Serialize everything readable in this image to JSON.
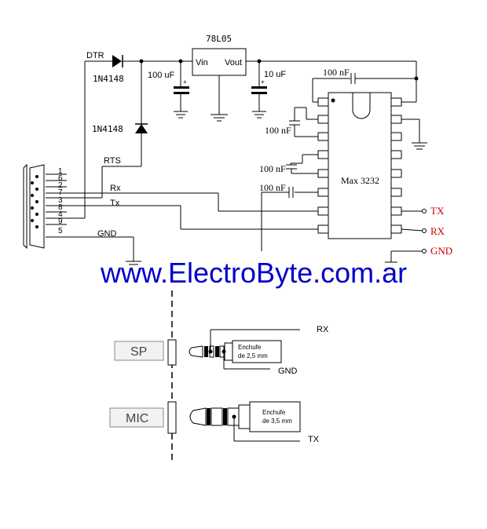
{
  "regulator": {
    "name": "78L05",
    "vin": "Vin",
    "vout": "Vout"
  },
  "diodes": {
    "d1": "1N4148",
    "d2": "1N4148"
  },
  "signals": {
    "dtr": "DTR",
    "rts": "RTS",
    "rx": "Rx",
    "tx": "Tx",
    "gnd": "GND"
  },
  "capacitors": {
    "c_in": "100 uF",
    "c_out": "10 uF",
    "c_top": "100 nF",
    "c1": "100 nF",
    "c2": "100 nF",
    "c3": "100 nF"
  },
  "ic": {
    "name": "Max 3232"
  },
  "outputs": {
    "tx": "TX",
    "rx": "RX",
    "gnd": "GND"
  },
  "db9_pins": [
    "1",
    "6",
    "2",
    "7",
    "3",
    "8",
    "4",
    "9",
    "5"
  ],
  "watermark": {
    "text": "www.ElectroByte.com.ar"
  },
  "connector": {
    "sp": "SP",
    "mic": "MIC",
    "rx": "RX",
    "gnd": "GND",
    "tx": "TX",
    "jack25_line1": "Enchufe",
    "jack25_line2": "de 2,5 mm",
    "jack35_line1": "Enchufe",
    "jack35_line2": "de 3,5 mm"
  }
}
